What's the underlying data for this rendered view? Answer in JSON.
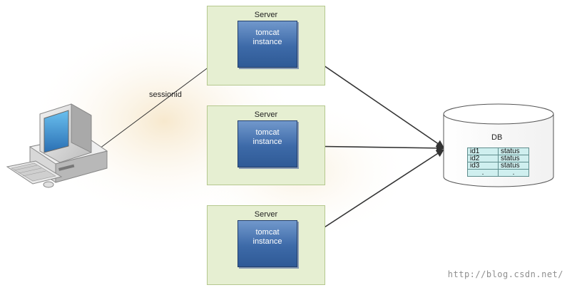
{
  "servers": [
    {
      "title": "Server",
      "instance": [
        "tomcat",
        "instance"
      ]
    },
    {
      "title": "Server",
      "instance": [
        "tomcat",
        "instance"
      ]
    },
    {
      "title": "Server",
      "instance": [
        "tomcat",
        "instance"
      ]
    }
  ],
  "client": {
    "icon": "desktop-computer-icon",
    "link_label": "sessionid"
  },
  "db": {
    "title": "DB",
    "rows": [
      [
        "id1",
        "status"
      ],
      [
        "id2",
        "status"
      ],
      [
        "id3",
        "status"
      ],
      [
        ".",
        "."
      ]
    ]
  },
  "watermark": "http://blog.csdn.net/"
}
